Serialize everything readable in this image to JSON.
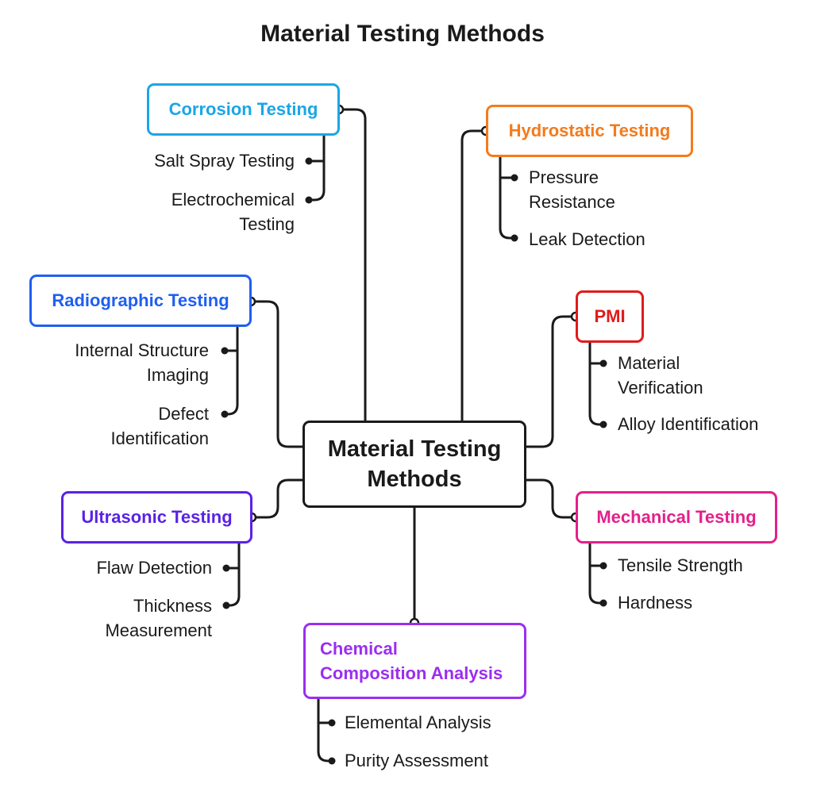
{
  "title": "Material Testing Methods",
  "center": {
    "line1": "Material Testing",
    "line2": "Methods"
  },
  "colors": {
    "corrosion": "#1aa6e6",
    "hydrostatic": "#f37b1d",
    "radiographic": "#1f5ff0",
    "pmi": "#e01b1b",
    "ultrasonic": "#5a22e6",
    "mechanical": "#e4208a",
    "chemical": "#9b2ef0",
    "line": "#1a1a1a"
  },
  "branches": {
    "corrosion": {
      "label": "Corrosion Testing",
      "items": [
        "Salt Spray Testing",
        [
          "Electrochemical",
          "Testing"
        ]
      ]
    },
    "hydrostatic": {
      "label": "Hydrostatic Testing",
      "items": [
        [
          "Pressure",
          "Resistance"
        ],
        "Leak Detection"
      ]
    },
    "radiographic": {
      "label": "Radiographic Testing",
      "items": [
        [
          "Internal Structure",
          "Imaging"
        ],
        [
          "Defect",
          "Identification"
        ]
      ]
    },
    "pmi": {
      "label": "PMI",
      "items": [
        [
          "Material",
          "Verification"
        ],
        "Alloy Identification"
      ]
    },
    "ultrasonic": {
      "label": "Ultrasonic Testing",
      "items": [
        "Flaw Detection",
        [
          "Thickness",
          "Measurement"
        ]
      ]
    },
    "mechanical": {
      "label": "Mechanical Testing",
      "items": [
        "Tensile Strength",
        "Hardness"
      ]
    },
    "chemical": {
      "label": [
        "Chemical",
        "Composition Analysis"
      ],
      "items": [
        "Elemental Analysis",
        "Purity Assessment"
      ]
    }
  }
}
